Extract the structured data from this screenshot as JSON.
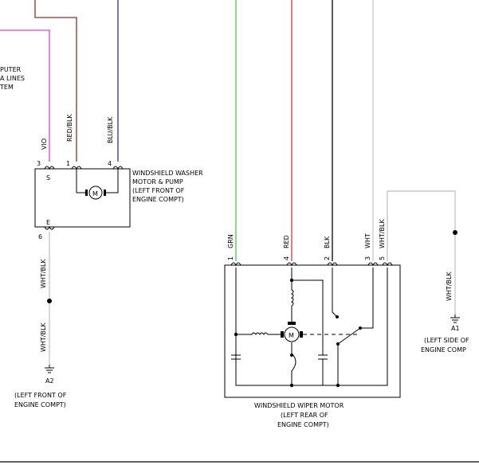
{
  "colors": {
    "vio": "#e040e0",
    "red": "#d23c3c",
    "darkred": "#8b3030",
    "blu": "#2a2aa0",
    "grn": "#44cc44",
    "wht": "#c8c8c8",
    "black": "#000000"
  },
  "computer_label": [
    "PUTER",
    "A LINES",
    "TEM"
  ],
  "washer": {
    "wires": [
      {
        "color": "VIO",
        "pin": "3"
      },
      {
        "color": "RED/BLK",
        "pin": "1"
      },
      {
        "color": "BLU/BLK",
        "pin": "4"
      }
    ],
    "inner_pin_s": "S",
    "inner_pin_e": "E",
    "ground_wire_color": "WHT/BLK",
    "ground_wire_pin": "6",
    "ground_wire_color_lower": "WHT/BLK",
    "label": [
      "WINDSHIELD WASHER",
      "MOTOR & PUMP",
      "(LEFT FRONT OF",
      "ENGINE COMPT)"
    ],
    "ground_id": "A2",
    "ground_loc": [
      "(LEFT FRONT OF",
      "ENGINE COMPT)"
    ],
    "motor_symbol": "M"
  },
  "wiper": {
    "wires": [
      {
        "color": "GRN",
        "pin": "1"
      },
      {
        "color": "RED",
        "pin": "4"
      },
      {
        "color": "BLK",
        "pin": "2"
      },
      {
        "color": "WHT",
        "pin": "3"
      },
      {
        "color": "WHT/BLK",
        "pin": "5"
      }
    ],
    "label": [
      "WINDSHIELD WIPER MOTOR",
      "(LEFT REAR OF",
      "ENGINE COMPT)"
    ],
    "motor_symbol": "M"
  },
  "right_ground": {
    "wire_color": "WHT/BLK",
    "ground_id": "A1",
    "ground_loc": [
      "(LEFT SIDE OF",
      "ENGINE COMP"
    ]
  }
}
